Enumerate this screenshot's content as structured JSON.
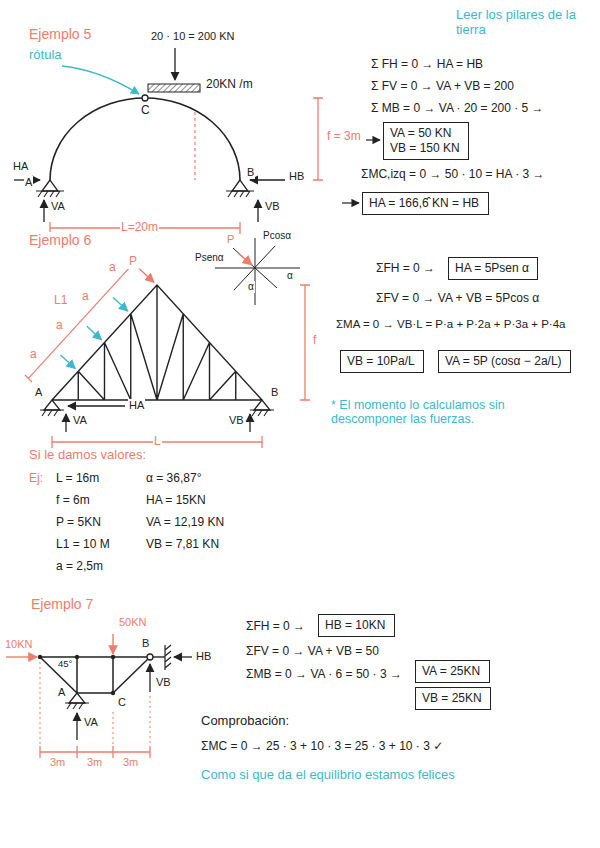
{
  "diagram": {
    "nodes": [
      {
        "text": [
          "VA = 50 KN",
          "VB = 150 KN"
        ]
      },
      {
        "text": [
          "HA = 166,6̂ KN = HB"
        ]
      },
      {
        "text": [
          "HA = 5Psen α"
        ]
      },
      {
        "text": [
          "VB = 10Pa/L"
        ]
      },
      {
        "text": [
          "VA = 5P (cosα − 2a/L)"
        ]
      },
      {
        "text": [
          "HB = 10KN"
        ]
      },
      {
        "text": [
          "VA = 25KN"
        ]
      },
      {
        "text": [
          "VB = 25KN"
        ]
      }
    ],
    "labels": [
      "Leer los pilares de la tierra",
      "Ejemplo 5",
      "rótula",
      "20 · 10 = 200 KN",
      "20KN /m",
      "C",
      "f = 3m",
      "HA",
      "A",
      "VA",
      "B",
      "HB",
      "VB",
      "L=20m",
      "Σ FH = 0 → HA = HB",
      "Σ FV = 0 → VA + VB = 200",
      "Σ MB = 0 → VA · 20 = 200 · 5 →",
      "ΣMC,izq = 0 → 50 · 10 = HA · 3 →",
      "Ejemplo 6",
      "P",
      "Psenα",
      "Pcosα",
      "α",
      "α",
      "L1",
      "a",
      "a",
      "a",
      "a",
      "P",
      "f",
      "A",
      "B",
      "HA",
      "VA",
      "VB",
      "L",
      "ΣFH = 0 →",
      "ΣFV = 0 → VA + VB = 5Pcos α",
      "ΣMA = 0 → VB·L = P·a + P·2a + P·3a + P·4a",
      "* El momento lo calculamos sin descomponer las fuerzas.",
      "Si le damos valores:",
      "Ej:",
      "L = 16m",
      "f = 6m",
      "P = 5KN",
      "L1 = 10 M",
      "a = 2,5m",
      "α = 36,87°",
      "HA = 15KN",
      "VA = 12,19 KN",
      "VB = 7,81 KN",
      "Ejemplo 7",
      "10KN",
      "45°",
      "50KN",
      "B",
      "HB",
      "A",
      "C",
      "VA",
      "VB",
      "3m",
      "3m",
      "3m",
      "ΣFH = 0 →",
      "ΣFV = 0 → VA + VB = 50",
      "ΣMB = 0 → VA · 6 = 50 · 3 →",
      "Comprobación:",
      "ΣMC = 0 → 25 · 3 + 10 · 3 = 25 · 3 + 10 · 3 ✓",
      "Como si que da el equilibrio estamos felices"
    ]
  }
}
